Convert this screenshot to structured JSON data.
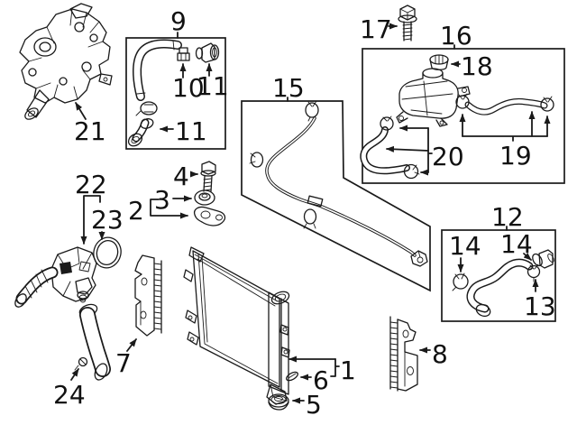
{
  "background": "#ffffff",
  "line_color": "#1a1a1a",
  "diagram_type": "exploded-parts-diagram",
  "subject": "engine cooling system: radiator, hoses, reservoir, water pump",
  "labels": {
    "p1": "1",
    "p2": "2",
    "p3": "3",
    "p4": "4",
    "p5": "5",
    "p6": "6",
    "p7": "7",
    "p8": "8",
    "p9": "9",
    "p10": "10",
    "p11": "11",
    "p12": "12",
    "p13": "13",
    "p14": "14",
    "p15": "15",
    "p16": "16",
    "p17": "17",
    "p18": "18",
    "p19": "19",
    "p20": "20",
    "p21": "21",
    "p22": "22",
    "p23": "23",
    "p24": "24"
  }
}
